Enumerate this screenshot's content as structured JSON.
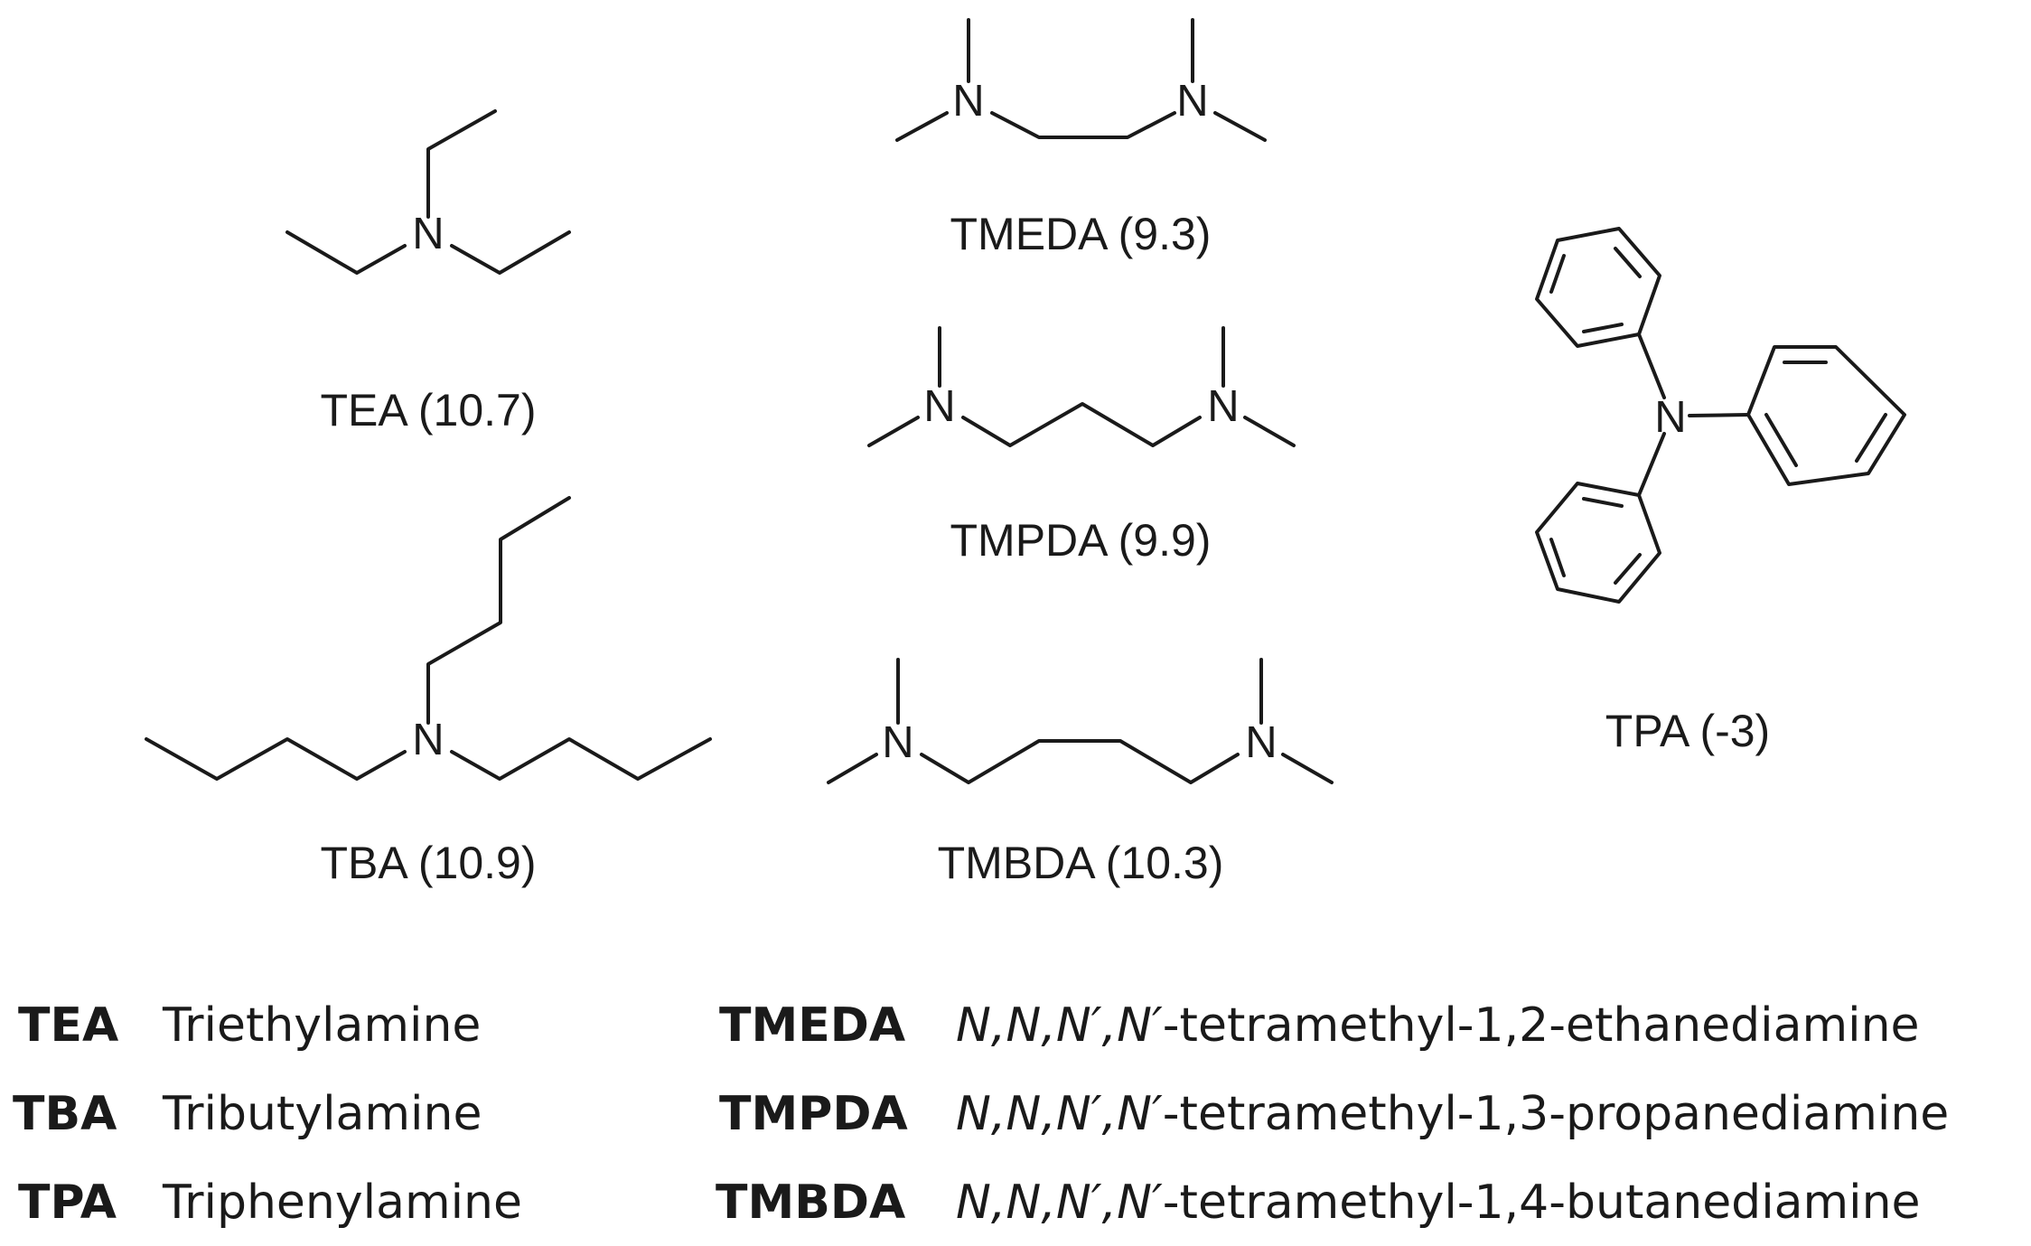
{
  "structures": {
    "tea": {
      "caption": "TEA (10.7)"
    },
    "tmeda": {
      "caption": "TMEDA (9.3)"
    },
    "tmpda": {
      "caption": "TMPDA (9.9)"
    },
    "tba": {
      "caption": "TBA (10.9)"
    },
    "tmbda": {
      "caption": "TMBDA (10.3)"
    },
    "tpa": {
      "caption": "TPA (-3)"
    }
  },
  "atom_label": "N",
  "legend": {
    "left": [
      {
        "abbr": "TEA",
        "name": "Triethylamine"
      },
      {
        "abbr": "TBA",
        "name": "Tributylamine"
      },
      {
        "abbr": "TPA",
        "name": "Triphenylamine"
      }
    ],
    "right": [
      {
        "abbr": "TMEDA",
        "prefix": "N,N,N′,N′",
        "suffix": "-tetramethyl-1,2-ethanediamine"
      },
      {
        "abbr": "TMPDA",
        "prefix": "N,N,N′,N′",
        "suffix": "-tetramethyl-1,3-propanediamine"
      },
      {
        "abbr": "TMBDA",
        "prefix": "N,N,N′,N′",
        "suffix": "-tetramethyl-1,4-butanediamine"
      }
    ]
  }
}
